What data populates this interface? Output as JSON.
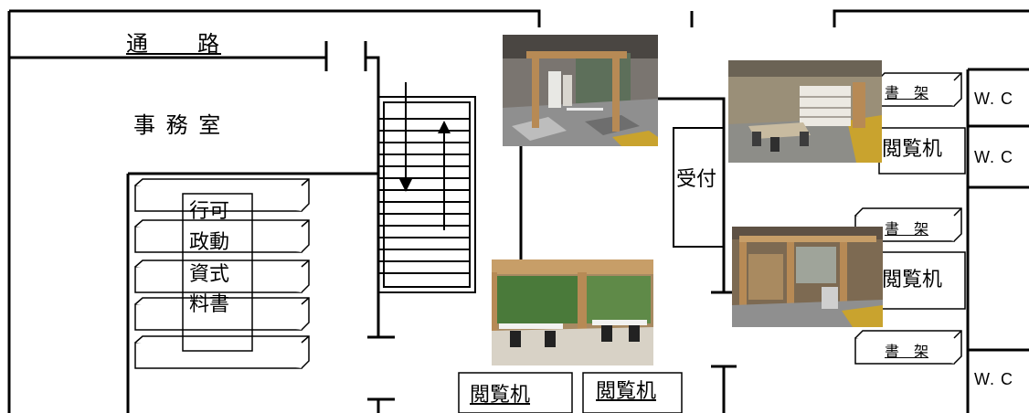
{
  "floorplan": {
    "corridor_label": "通　　路",
    "office_label": "事 務 室",
    "cabinet_labels": [
      "行可",
      "政動",
      "資式",
      "料書"
    ],
    "reception_label": "受付",
    "shelf_label": "書　架",
    "desk_label": "閲覧机",
    "wc_label": "W. C"
  },
  "colors": {
    "line": "#000000",
    "wood": "#b78a55",
    "floor_gray": "#8f8f8f",
    "floor_yellow": "#c9a32e",
    "glass": "#5d6f5a",
    "foliage": "#4a7a3a"
  },
  "photos": [
    {
      "subject": "wooden-frame-reading-corner"
    },
    {
      "subject": "reading-table-with-shelves"
    },
    {
      "subject": "desks-by-window"
    },
    {
      "subject": "wooden-partition-room"
    }
  ]
}
